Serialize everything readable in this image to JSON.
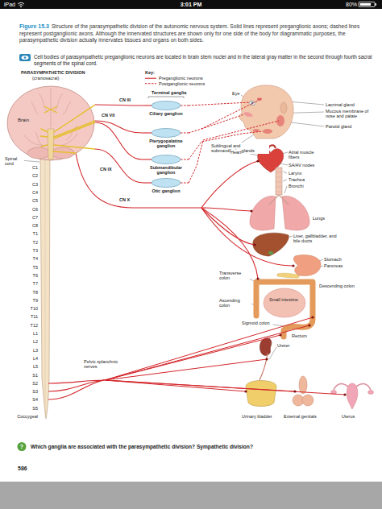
{
  "diagram": {
    "title": "Figure 15.3",
    "caption": "Structure of the parasympathetic division of the autonomic nervous system. Solid lines represent preganglionic axons; dashed lines represent postganglionic axons. Although the innervated structures are shown only for one side of the body for diagrammatic purposes, the parasympathetic division actually innervates tissues and organs on both sides.",
    "nodes": [
      {
        "text": [
          "Brain"
        ]
      },
      {
        "text": [
          "Ciliary ganglion"
        ]
      },
      {
        "text": [
          "Pterygopalatine ganglion"
        ]
      },
      {
        "text": [
          "Submandibular ganglion"
        ]
      },
      {
        "text": [
          "Otic ganglion"
        ]
      }
    ],
    "edges": [
      {
        "from": 0,
        "to": 1,
        "arrow": "none",
        "label": "CN III"
      },
      {
        "from": 0,
        "to": 2,
        "arrow": "none",
        "label": "CN VII"
      },
      {
        "from": 0,
        "to": 3,
        "arrow": "none"
      },
      {
        "from": 0,
        "to": 4,
        "arrow": "none",
        "label": "CN IX"
      }
    ],
    "labels": [
      "iPad",
      "3:01 PM",
      "80%",
      "Cell bodies of parasympathetic preganglionic neurons are located in brain stem nuclei and in the lateral gray matter in the second through fourth sacral segments of the spinal cord.",
      "PARASYMPATHETIC DIVISION",
      "(craniosacral)",
      "Key:",
      "Terminal ganglia",
      "CN X",
      "Spinal cord",
      "C1",
      "C2",
      "C3",
      "C4",
      "C5",
      "C6",
      "C7",
      "C8",
      "T1",
      "T2",
      "T3",
      "T4",
      "T5",
      "T6",
      "T7",
      "T8",
      "T9",
      "T10",
      "T11",
      "T12",
      "L1",
      "L2",
      "L3",
      "L4",
      "L5",
      "S1",
      "S2",
      "S3",
      "S4",
      "S5",
      "Coccygeal",
      "Eye",
      "Lacrimal gland",
      "Mucous membrane of nose and palate",
      "Parotid gland",
      "Sublingual and submandibular glands",
      "Heart",
      "Atrial muscle fibers",
      "SA/AV nodes",
      "Larynx",
      "Trachea",
      "Bronchi",
      "Lungs",
      "Liver, gallbladder, and bile ducts",
      "Stomach",
      "Pancreas",
      "Transverse colon",
      "Small intestine",
      "Descending colon",
      "Ascending colon",
      "Sigmoid colon",
      "Rectum",
      "Ureter",
      "Pelvic splanchnic nerves",
      "Urinary bladder",
      "External genitals",
      "Uterus",
      "?",
      "Which ganglia are associated with the parasympathetic division? Sympathetic division?",
      "586"
    ],
    "legend": [
      {
        "text": "Preganglionic neurons"
      },
      {
        "text": "Postganglionic neurons"
      }
    ]
  }
}
